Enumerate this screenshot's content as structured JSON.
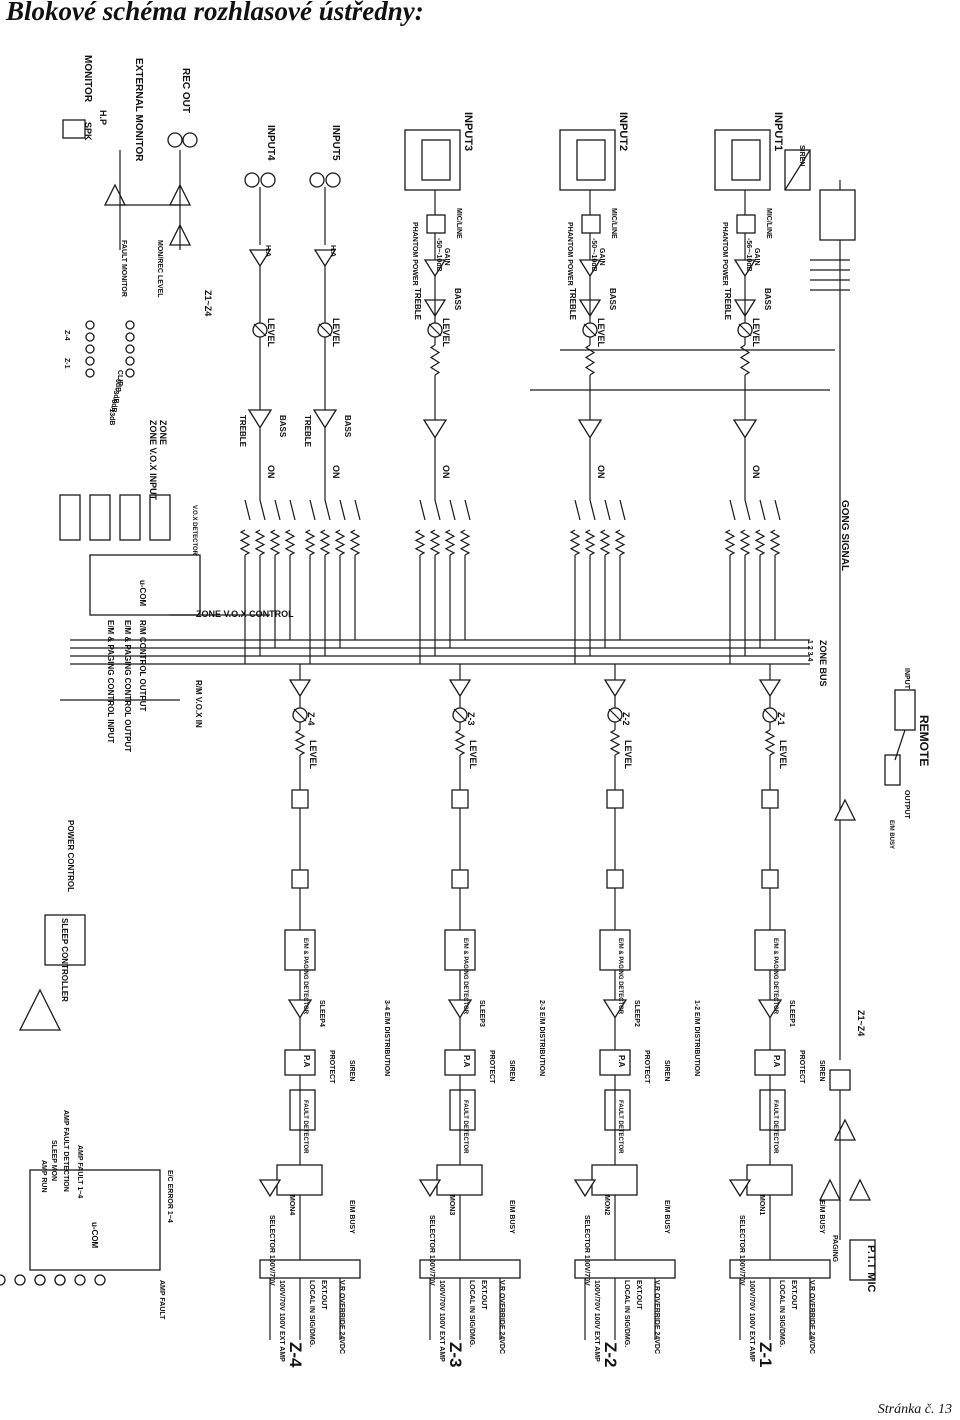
{
  "page": {
    "title": "Blokové schéma rozhlasové ústředny:",
    "footer": "Stránka č. 13"
  },
  "diagram": {
    "inputs_mic": [
      "INPUT1",
      "INPUT2",
      "INPUT3"
    ],
    "inputs_line": [
      "INPUT4",
      "INPUT5"
    ],
    "zones": [
      "Z-1",
      "Z-2",
      "Z-3",
      "Z-4"
    ],
    "zone_levels": [
      "Z-1",
      "Z-2",
      "Z-3",
      "Z-4"
    ],
    "labels": {
      "gong": "GONG SIGNAL",
      "zone_bus": "ZONE BUS",
      "zone_bus_nums": "1 2 3 4",
      "zone_vox_control": "ZONE V.O.X CONTROL",
      "remote": "REMOTE",
      "input": "INPUT",
      "output": "OUTPUT",
      "em_busy": "E/M BUSY",
      "ptt_mic": "P.T.T MIC",
      "paging": "PAGING",
      "ucom": "u-COM",
      "sleep_controller": "SLEEP CONTROLLER",
      "power_control": "POWER CONTROL",
      "rm_vox_in": "R/M V.O.X IN",
      "rm_control_output": "R/M CONTROL OUTPUT",
      "em_paging_output": "E/M & PAGING CONTROL OUTPUT",
      "em_paging_input": "E/M & PAGING CONTROL INPUT",
      "zone_vox_input": "ZONE V.O.X INPUT",
      "z1z4": "Z1~Z4",
      "rec_out": "REC OUT",
      "external_monitor": "EXTERNAL MONITOR",
      "monitor": "MONITOR",
      "hp": "H.P",
      "spk": "SPK",
      "mon_rec_level": "MON/REC LEVEL",
      "fault_monitor": "FAULT MONITOR",
      "amp_run": "AMP RUN",
      "sleep_mon": "SLEEP MON",
      "amp_fault_detection": "AMP FAULT DETECTION",
      "amp_fault_1_4": "AMP FAULT 1~4",
      "ec_error_1_4": "E/C ERROR 1~4",
      "amp_fault": "AMP FAULT",
      "level": "LEVEL",
      "treble": "TREBLE",
      "bass": "BASS",
      "on": "ON",
      "ha": "H.A",
      "siren": "SIREN",
      "protect": "PROTECT",
      "pa": "P.A",
      "mic_line": "MIC/LINE",
      "gain": "GAIN",
      "phantom": "PHANTOM POWER",
      "gain_range_1": "-56~-10dB",
      "gain_range_2": "-50~-10dB",
      "gain_range_3": "-50~-10dB",
      "ext_out": "EXT.OUT",
      "local_in": "LOCAL IN SIG/DMG.",
      "vr_override": "V.R OVERRIDE 24VDC",
      "ext_amp": "100V/70V 100V EXT AMP",
      "selector": "SELECTOR 100V/70V",
      "em_detector": "E/M & PAGING DETECTOR",
      "fault_detector": "FAULT DETECTOR",
      "vox_detector": "V.O.X DETECTOR",
      "em_dist": [
        "1-2 E/M DISTRIBUTION",
        "2-3 E/M DISTRIBUTION",
        "3-4 E/M DISTRIBUTION"
      ],
      "sleep": [
        "SLEEP1",
        "SLEEP2",
        "SLEEP3",
        "SLEEP4"
      ],
      "mon": [
        "MON1",
        "MON2",
        "MON3",
        "MON4"
      ],
      "clip_scale": [
        "CLIP",
        "0dB",
        "-3dB",
        "-8dB",
        "-13dB"
      ],
      "zone": "ZONE",
      "z_range": [
        "Z-4",
        "Z-1"
      ]
    }
  }
}
